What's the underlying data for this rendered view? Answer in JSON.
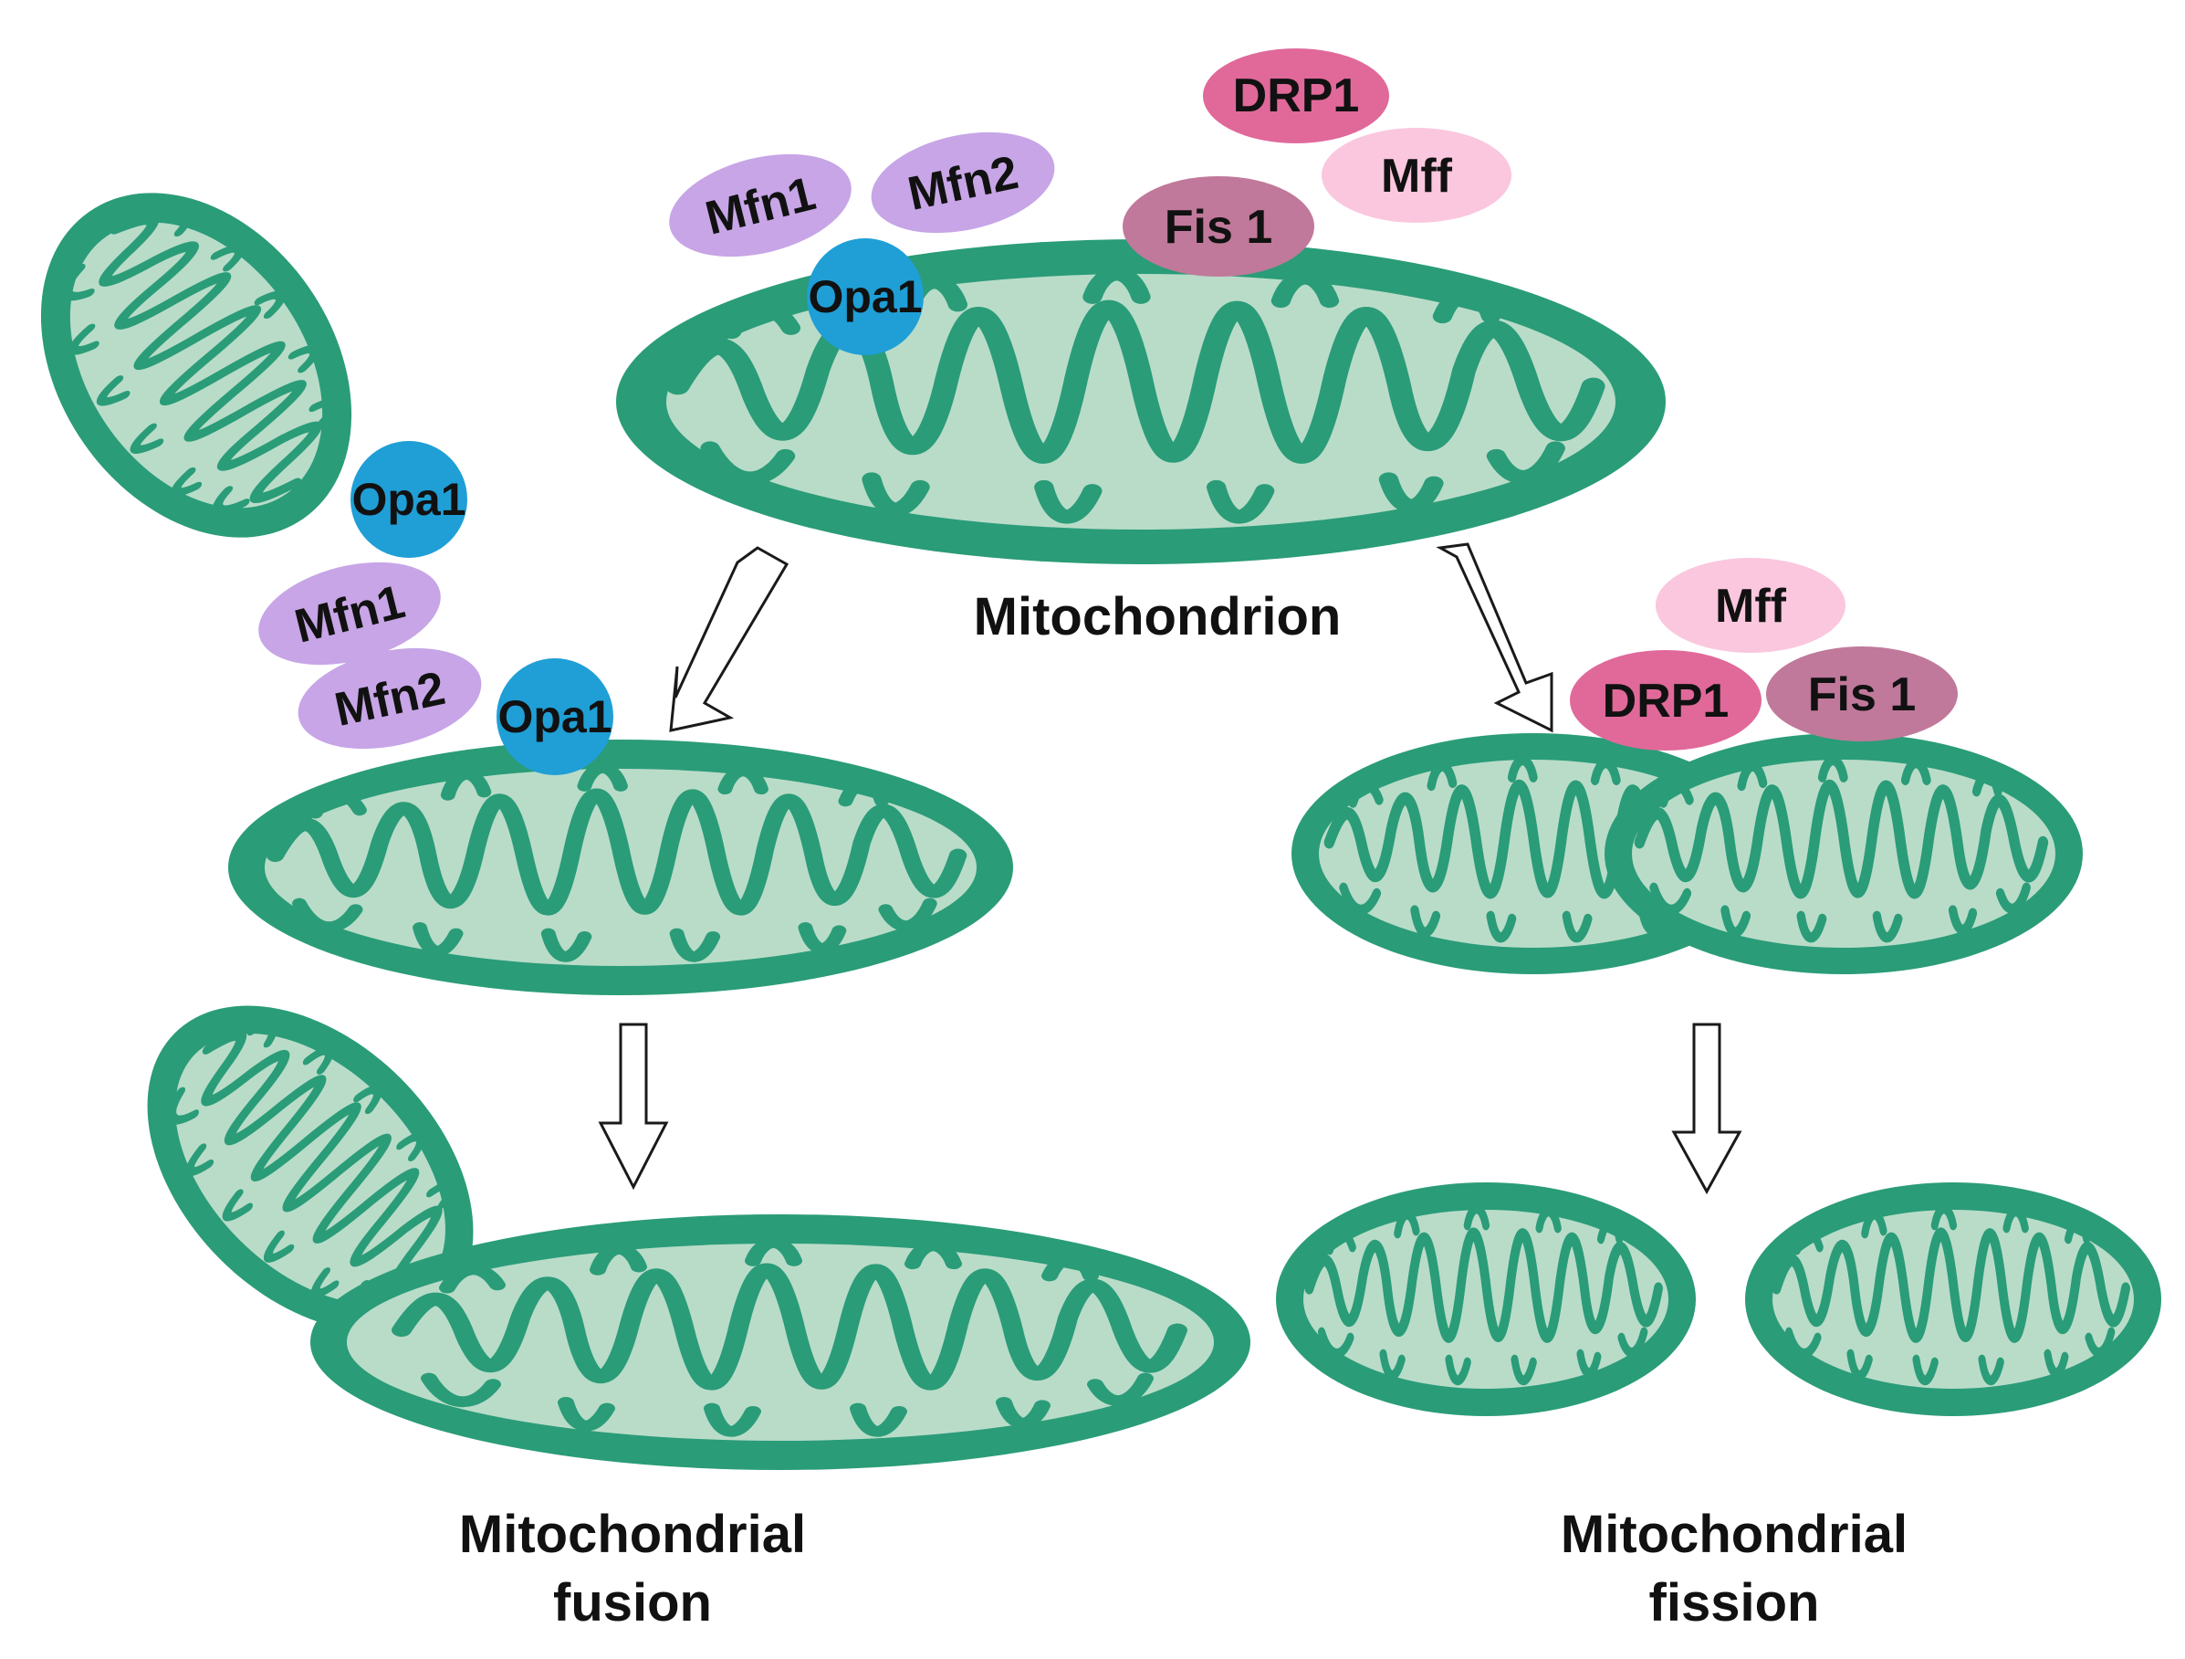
{
  "colors": {
    "membrane": "#2a9c78",
    "matrix": "#b9dcc9",
    "mfn": "#c7a5e6",
    "opa1": "#1f9fd6",
    "drp1": "#e0699a",
    "mff": "#fac7de",
    "fis1": "#c0799a"
  },
  "labels": {
    "mitochondrion": "Mitochondrion",
    "fusion_line1": "Mitochondrial",
    "fusion_line2": "fusion",
    "fission_line1": "Mitochondrial",
    "fission_line2": "fission"
  },
  "proteins": {
    "drp1": "DRP1",
    "mff": "Mff",
    "fis1": "Fis 1",
    "mfn1": "Mfn1",
    "mfn2": "Mfn2",
    "opa1": "Opa1"
  }
}
